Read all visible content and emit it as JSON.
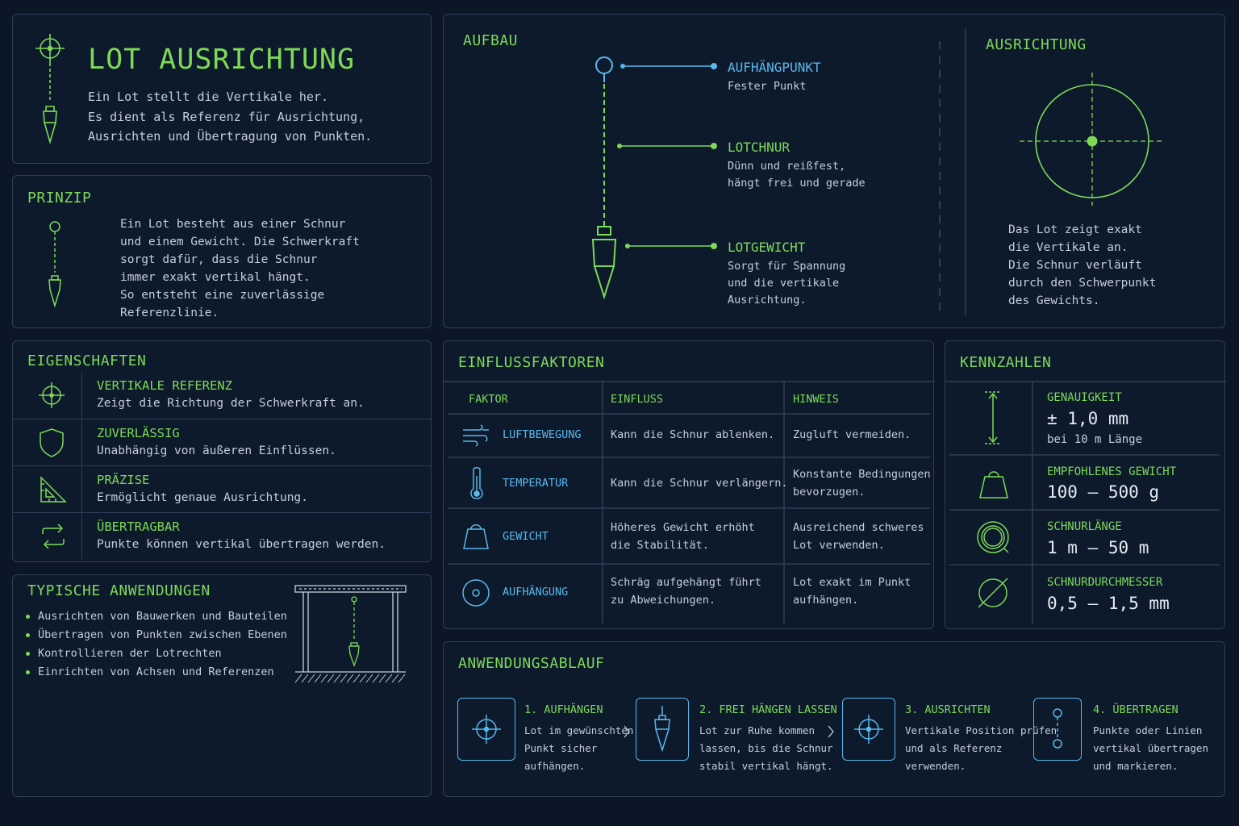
{
  "header": {
    "title": "LOT AUSRICHTUNG",
    "lines": [
      "Ein Lot stellt die Vertikale her.",
      "Es dient als Referenz für Ausrichtung,",
      "Ausrichten und Übertragung von Punkten."
    ]
  },
  "prinzip": {
    "title": "PRINZIP",
    "lines": [
      "Ein Lot besteht aus einer Schnur",
      "und einem Gewicht. Die Schwerkraft",
      "sorgt dafür, dass die Schnur",
      "immer exakt vertikal hängt.",
      "So entsteht eine zuverlässige",
      "Referenzlinie."
    ]
  },
  "eigenschaften": {
    "title": "EIGENSCHAFTEN",
    "items": [
      {
        "icon": "crosshair-icon",
        "title": "VERTIKALE REFERENZ",
        "text": "Zeigt die Richtung der Schwerkraft an."
      },
      {
        "icon": "shield-icon",
        "title": "ZUVERLÄSSIG",
        "text": "Unabhängig von äußeren Einflüssen."
      },
      {
        "icon": "set-square-icon",
        "title": "PRÄZISE",
        "text": "Ermöglicht genaue Ausrichtung."
      },
      {
        "icon": "transfer-arrows-icon",
        "title": "ÜBERTRAGBAR",
        "text": "Punkte können vertikal übertragen werden."
      }
    ]
  },
  "anwendungen": {
    "title": "TYPISCHE ANWENDUNGEN",
    "items": [
      "Ausrichten von Bauwerken und Bauteilen",
      "Übertragen von Punkten zwischen Ebenen",
      "Kontrollieren der Lotrechten",
      "Einrichten von Achsen und Referenzen"
    ]
  },
  "aufbau": {
    "title": "AUFBAU",
    "parts": [
      {
        "title": "AUFHÄNGPUNKT",
        "lines": [
          "Fester Punkt"
        ]
      },
      {
        "title": "LOTCHNUR",
        "lines": [
          "Dünn und reißfest,",
          "hängt frei und gerade"
        ]
      },
      {
        "title": "LOTGEWICHT",
        "lines": [
          "Sorgt für Spannung",
          "und die vertikale",
          "Ausrichtung."
        ]
      }
    ]
  },
  "ausrichtung": {
    "title": "AUSRICHTUNG",
    "lines": [
      "Das Lot zeigt exakt",
      "die Vertikale an.",
      "Die Schnur verläuft",
      "durch den Schwerpunkt",
      "des Gewichts."
    ]
  },
  "einflussfaktoren": {
    "title": "EINFLUSSFAKTOREN",
    "headers": [
      "FAKTOR",
      "EINFLUSS",
      "HINWEIS"
    ],
    "rows": [
      {
        "icon": "wind-icon",
        "factor": "LUFTBEWEGUNG",
        "einfluss": [
          "Kann die Schnur ablenken."
        ],
        "hinweis": [
          "Zugluft vermeiden."
        ]
      },
      {
        "icon": "thermometer-icon",
        "factor": "TEMPERATUR",
        "einfluss": [
          "Kann die Schnur verlängern."
        ],
        "hinweis": [
          "Konstante Bedingungen",
          "bevorzugen."
        ]
      },
      {
        "icon": "weight-icon",
        "factor": "GEWICHT",
        "einfluss": [
          "Höheres Gewicht erhöht",
          "die Stabilität."
        ],
        "hinweis": [
          "Ausreichend schweres",
          "Lot verwenden."
        ]
      },
      {
        "icon": "target-icon",
        "factor": "AUFHÄNGUNG",
        "einfluss": [
          "Schräg aufgehängt führt",
          "zu Abweichungen."
        ],
        "hinweis": [
          "Lot exakt im Punkt",
          "aufhängen."
        ]
      }
    ]
  },
  "kennzahlen": {
    "title": "KENNZAHLEN",
    "items": [
      {
        "icon": "height-arrow-icon",
        "label": "GENAUIGKEIT",
        "value": "± 1,0 mm",
        "sub": "bei 10 m Länge"
      },
      {
        "icon": "weight-icon",
        "label": "EMPFOHLENES GEWICHT",
        "value": "100 – 500 g",
        "sub": ""
      },
      {
        "icon": "string-coil-icon",
        "label": "SCHNURLÄNGE",
        "value": "1 m – 50 m",
        "sub": ""
      },
      {
        "icon": "diameter-icon",
        "label": "SCHNURDURCHMESSER",
        "value": "0,5 – 1,5 mm",
        "sub": ""
      }
    ]
  },
  "ablauf": {
    "title": "ANWENDUNGSABLAUF",
    "steps": [
      {
        "icon": "crosshair-icon",
        "title": "1. AUFHÄNGEN",
        "lines": [
          "Lot im gewünschten",
          "Punkt sicher",
          "aufhängen."
        ]
      },
      {
        "icon": "plumb-bob-icon",
        "title": "2. FREI HÄNGEN LASSEN",
        "lines": [
          "Lot zur Ruhe kommen",
          "lassen, bis die Schnur",
          "stabil vertikal hängt."
        ]
      },
      {
        "icon": "crosshair-icon",
        "title": "3. AUSRICHTEN",
        "lines": [
          "Vertikale Position prüfen",
          "und als Referenz",
          "verwenden."
        ]
      },
      {
        "icon": "transfer-points-icon",
        "title": "4. ÜBERTRAGEN",
        "lines": [
          "Punkte oder Linien",
          "vertikal übertragen",
          "und markieren."
        ]
      }
    ]
  },
  "colors": {
    "background": "#0b1626",
    "green": "#7ed957",
    "blue": "#5ab8ec",
    "border": "#2e3f55"
  }
}
